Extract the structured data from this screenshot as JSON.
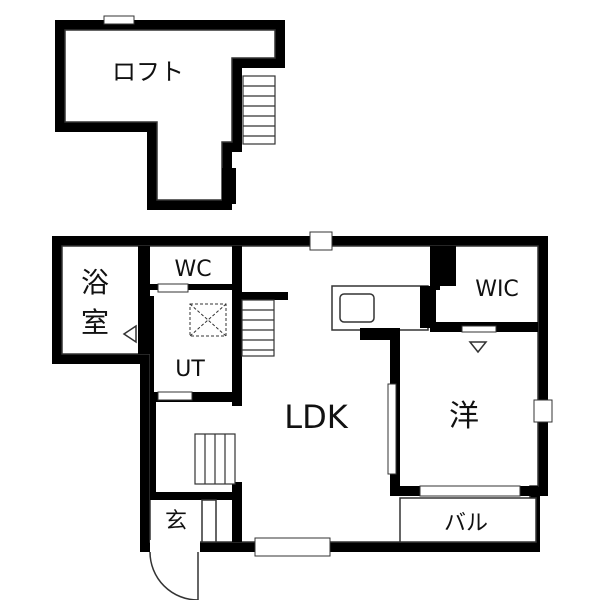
{
  "floor_plan": {
    "colors": {
      "wall": "#000000",
      "line": "#333333",
      "background": "#ffffff"
    },
    "rooms": {
      "loft": {
        "label": "ロフト"
      },
      "bath": {
        "label_line1": "浴",
        "label_line2": "室"
      },
      "wc": {
        "label": "WC"
      },
      "ut": {
        "label": "UT"
      },
      "ldk": {
        "label": "LDK"
      },
      "wic": {
        "label": "WIC"
      },
      "western": {
        "label": "洋"
      },
      "balcony": {
        "label": "バル"
      },
      "entrance": {
        "label": "玄"
      }
    }
  }
}
